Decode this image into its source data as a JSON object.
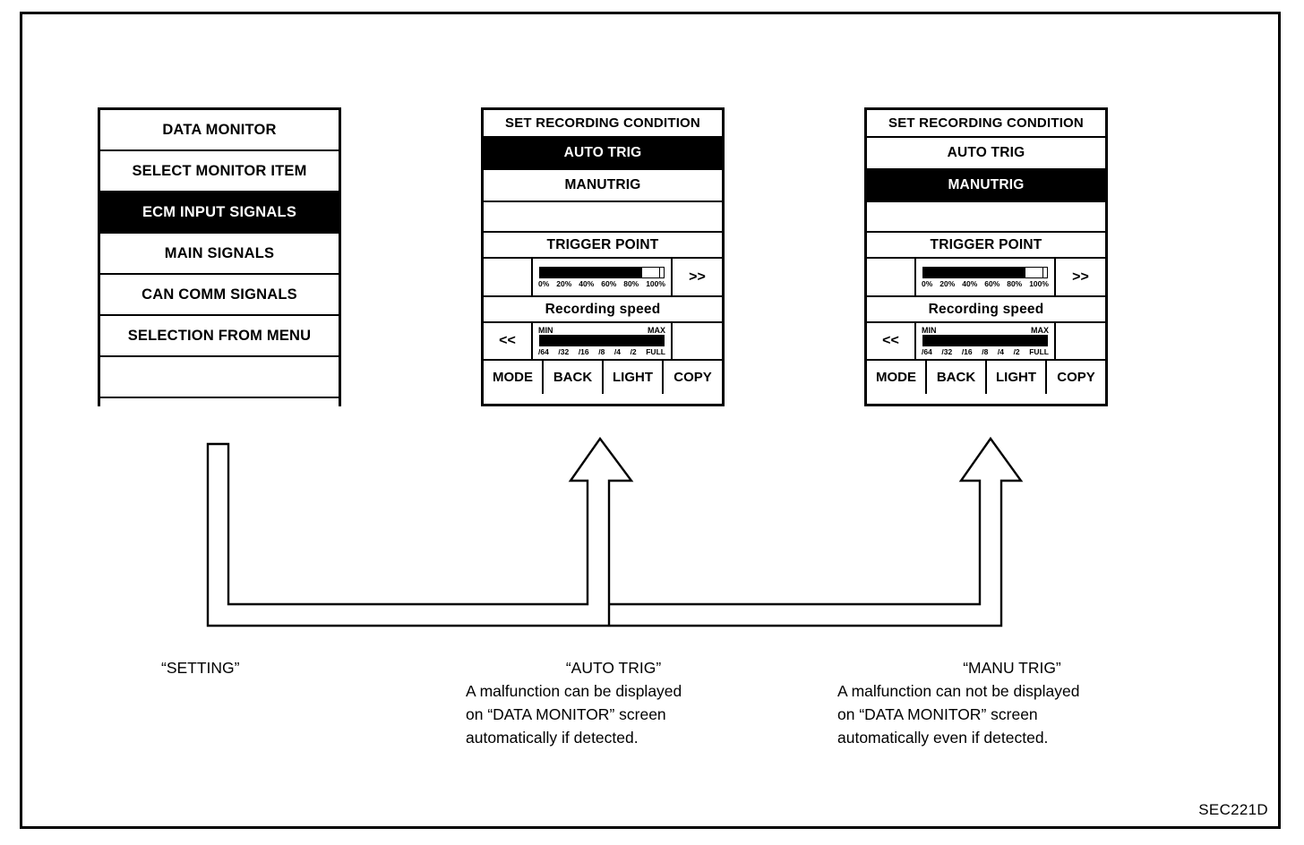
{
  "diagram": {
    "sec_code": "SEC221D"
  },
  "panels": {
    "data_monitor": {
      "name": "DATA MONITOR menu screen",
      "rows": [
        {
          "label": "DATA MONITOR",
          "selected": false
        },
        {
          "label": "SELECT MONITOR ITEM",
          "selected": false
        },
        {
          "label": "ECM INPUT SIGNALS",
          "selected": true
        },
        {
          "label": "MAIN SIGNALS",
          "selected": false
        },
        {
          "label": "CAN COMM SIGNALS",
          "selected": false
        },
        {
          "label": "SELECTION FROM MENU",
          "selected": false
        },
        {
          "label": "",
          "selected": false
        },
        {
          "label": "",
          "selected": false
        }
      ]
    },
    "auto_trig": {
      "title": "SET RECORDING CONDITION",
      "option_auto": "AUTO TRIG",
      "option_manu": "MANUTRIG",
      "option_blank": "",
      "auto_selected": true,
      "manu_selected": false,
      "trigger_point_label": "TRIGGER POINT",
      "trigger_ticks": [
        "0%",
        "20%",
        "40%",
        "60%",
        "80%",
        "100%"
      ],
      "trigger_fill_percent": 82,
      "trigger_knob_start_percent": 82,
      "trigger_knob_width_percent": 15,
      "next_arrow": ">>",
      "prev_arrow": "<<",
      "recording_speed_label": "Recording speed",
      "speed_min": "MIN",
      "speed_max": "MAX",
      "speed_ticks": [
        "/64",
        "/32",
        "/16",
        "/8",
        "/4",
        "/2",
        "FULL"
      ],
      "speed_fill_percent": 100,
      "buttons": [
        "MODE",
        "BACK",
        "LIGHT",
        "COPY"
      ]
    },
    "manu_trig": {
      "title": "SET RECORDING CONDITION",
      "option_auto": "AUTO TRIG",
      "option_manu": "MANUTRIG",
      "option_blank": "",
      "auto_selected": false,
      "manu_selected": true,
      "trigger_point_label": "TRIGGER POINT",
      "trigger_ticks": [
        "0%",
        "20%",
        "40%",
        "60%",
        "80%",
        "100%"
      ],
      "trigger_fill_percent": 82,
      "trigger_knob_start_percent": 82,
      "trigger_knob_width_percent": 15,
      "next_arrow": ">>",
      "prev_arrow": "<<",
      "recording_speed_label": "Recording speed",
      "speed_min": "MIN",
      "speed_max": "MAX",
      "speed_ticks": [
        "/64",
        "/32",
        "/16",
        "/8",
        "/4",
        "/2",
        "FULL"
      ],
      "speed_fill_percent": 100,
      "buttons": [
        "MODE",
        "BACK",
        "LIGHT",
        "COPY"
      ]
    }
  },
  "captions": {
    "setting": {
      "title": "“SETTING”",
      "lines": []
    },
    "auto": {
      "title": "“AUTO TRIG”",
      "line1": "A malfunction can be displayed",
      "line2": "on “DATA MONITOR” screen",
      "line3": "automatically if detected."
    },
    "manu": {
      "title": "“MANU TRIG”",
      "line1": "A malfunction can not be displayed",
      "line2": "on “DATA MONITOR” screen",
      "line3": "automatically even if detected."
    }
  }
}
